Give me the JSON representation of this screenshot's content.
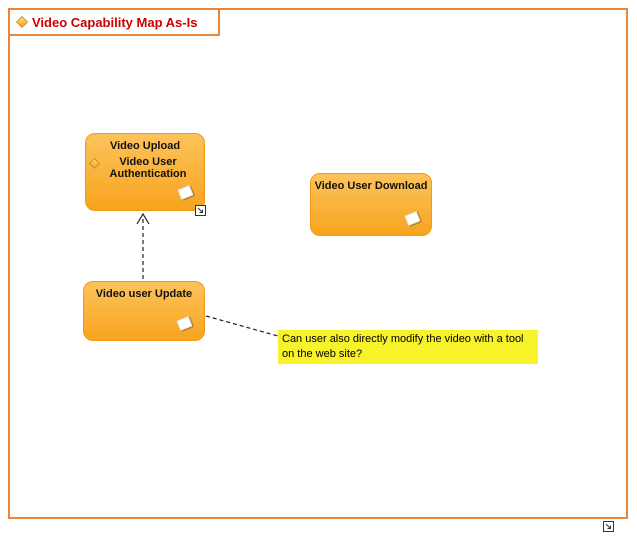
{
  "title": {
    "text": "Video Capability Map As-Is"
  },
  "boxes": {
    "upload": {
      "label": "Video Upload",
      "nested": {
        "label": "Video User Authentication"
      }
    },
    "download": {
      "label": "Video User Download"
    },
    "update": {
      "label": "Video user Update"
    }
  },
  "note": {
    "text": "Can user also directly modify the video with a tool on the web site?"
  },
  "icons": {
    "title_icon": "capability-diamond-icon",
    "nested_icon": "capability-diamond-icon",
    "box_marker": "folded-paper-icon",
    "corner_marker": "expand-arrow-icon"
  },
  "colors": {
    "canvas_border": "#E8863B",
    "capability_fill_top": "#FCC35B",
    "capability_fill_bottom": "#F8A41D",
    "title_text": "#CC0000",
    "note_fill": "#F7F22A",
    "connector": "#222222"
  }
}
